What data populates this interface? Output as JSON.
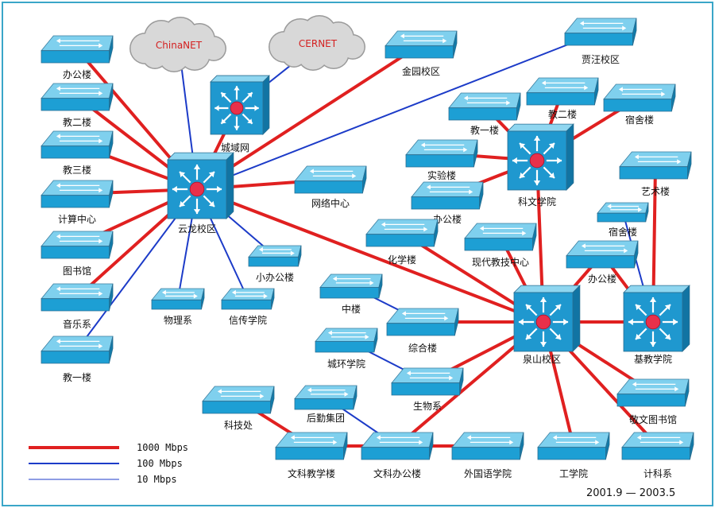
{
  "colors": {
    "link_1000": "#e02020",
    "link_100": "#1c3bc8",
    "link_10": "#1c3bc8",
    "switch_top": "#7fd0ee",
    "switch_front": "#1d9fd4",
    "switch_side": "#127aa8",
    "router_front": "#1f98cf",
    "router_top": "#8fd6f0",
    "router_side": "#1174a3",
    "hub_dot": "#e8304a",
    "frame_border": "#3aa6c8",
    "cloud_fill": "#d8d8d8",
    "cloud_stroke": "#9a9a9a"
  },
  "clouds": [
    {
      "id": "chinanet",
      "label": "ChinaNET"
    },
    {
      "id": "cernet",
      "label": "CERNET"
    }
  ],
  "routers": [
    {
      "id": "yunlong",
      "label": "云龙校区"
    },
    {
      "id": "chengyu",
      "label": "城域网"
    },
    {
      "id": "kewen",
      "label": "科文学院"
    },
    {
      "id": "quanshan",
      "label": "泉山校区"
    },
    {
      "id": "jijiao",
      "label": "基教学院"
    }
  ],
  "switches": [
    {
      "id": "bangonglou",
      "label": "办公楼"
    },
    {
      "id": "jiaoerlou",
      "label": "教二楼"
    },
    {
      "id": "jiaosanlou",
      "label": "教三楼"
    },
    {
      "id": "jisuan",
      "label": "计算中心"
    },
    {
      "id": "tushuguan",
      "label": "图书馆"
    },
    {
      "id": "yinyue",
      "label": "音乐系"
    },
    {
      "id": "jiaoyilou",
      "label": "教一楼"
    },
    {
      "id": "wuli",
      "label": "物理系"
    },
    {
      "id": "xinchuan",
      "label": "信传学院"
    },
    {
      "id": "xiaobangong",
      "label": "小办公楼"
    },
    {
      "id": "wangluo",
      "label": "网络中心"
    },
    {
      "id": "jinyuan",
      "label": "金园校区"
    },
    {
      "id": "jiawang",
      "label": "贾汪校区"
    },
    {
      "id": "kw_jiaoyi",
      "label": "教一楼"
    },
    {
      "id": "kw_jiaoer",
      "label": "教二楼"
    },
    {
      "id": "kw_sushe",
      "label": "宿舍楼"
    },
    {
      "id": "shiyan",
      "label": "实验楼"
    },
    {
      "id": "kw_bangong",
      "label": "办公楼"
    },
    {
      "id": "yishu",
      "label": "艺术楼"
    },
    {
      "id": "jj_sushe",
      "label": "宿舍楼"
    },
    {
      "id": "jj_bangong",
      "label": "办公楼"
    },
    {
      "id": "huaxue",
      "label": "化学楼"
    },
    {
      "id": "xiandai",
      "label": "现代教技中心"
    },
    {
      "id": "zhonglou",
      "label": "中楼"
    },
    {
      "id": "zonghe",
      "label": "综合楼"
    },
    {
      "id": "chenghuan",
      "label": "城环学院"
    },
    {
      "id": "shengwu",
      "label": "生物系"
    },
    {
      "id": "keji",
      "label": "科技处"
    },
    {
      "id": "houqin",
      "label": "后勤集团"
    },
    {
      "id": "wenke_jiaoxue",
      "label": "文科教学楼"
    },
    {
      "id": "wenke_bangong",
      "label": "文科办公楼"
    },
    {
      "id": "waiguoyu",
      "label": "外国语学院"
    },
    {
      "id": "gongxue",
      "label": "工学院"
    },
    {
      "id": "jingwen",
      "label": "敬文图书馆"
    },
    {
      "id": "jike",
      "label": "计科系"
    }
  ],
  "links": [
    {
      "from": "yunlong",
      "to": "bangonglou",
      "speed": "1000"
    },
    {
      "from": "yunlong",
      "to": "jiaoerlou",
      "speed": "1000"
    },
    {
      "from": "yunlong",
      "to": "jiaosanlou",
      "speed": "1000"
    },
    {
      "from": "yunlong",
      "to": "jisuan",
      "speed": "1000"
    },
    {
      "from": "yunlong",
      "to": "tushuguan",
      "speed": "1000"
    },
    {
      "from": "yunlong",
      "to": "yinyue",
      "speed": "1000"
    },
    {
      "from": "yunlong",
      "to": "jiaoyilou",
      "speed": "100"
    },
    {
      "from": "yunlong",
      "to": "wuli",
      "speed": "100"
    },
    {
      "from": "yunlong",
      "to": "xinchuan",
      "speed": "100"
    },
    {
      "from": "yunlong",
      "to": "xiaobangong",
      "speed": "100"
    },
    {
      "from": "yunlong",
      "to": "wangluo",
      "speed": "1000"
    },
    {
      "from": "yunlong",
      "to": "chengyu",
      "speed": "1000"
    },
    {
      "from": "yunlong",
      "to": "chinanet",
      "speed": "100"
    },
    {
      "from": "yunlong",
      "to": "jinyuan",
      "speed": "1000"
    },
    {
      "from": "yunlong",
      "to": "jiawang",
      "speed": "100"
    },
    {
      "from": "yunlong",
      "to": "quanshan",
      "speed": "1000"
    },
    {
      "from": "chengyu",
      "to": "cernet",
      "speed": "100"
    },
    {
      "from": "kewen",
      "to": "kw_jiaoyi",
      "speed": "1000"
    },
    {
      "from": "kewen",
      "to": "kw_jiaoer",
      "speed": "1000"
    },
    {
      "from": "kewen",
      "to": "kw_sushe",
      "speed": "1000"
    },
    {
      "from": "kewen",
      "to": "shiyan",
      "speed": "1000"
    },
    {
      "from": "kewen",
      "to": "kw_bangong",
      "speed": "1000"
    },
    {
      "from": "kewen",
      "to": "quanshan",
      "speed": "1000"
    },
    {
      "from": "jijiao",
      "to": "yishu",
      "speed": "1000"
    },
    {
      "from": "jijiao",
      "to": "jj_sushe",
      "speed": "100"
    },
    {
      "from": "jijiao",
      "to": "jj_bangong",
      "speed": "1000"
    },
    {
      "from": "jijiao",
      "to": "quanshan",
      "speed": "1000"
    },
    {
      "from": "quanshan",
      "to": "huaxue",
      "speed": "1000"
    },
    {
      "from": "quanshan",
      "to": "xiandai",
      "speed": "1000"
    },
    {
      "from": "quanshan",
      "to": "zonghe",
      "speed": "1000"
    },
    {
      "from": "quanshan",
      "to": "shengwu",
      "speed": "1000"
    },
    {
      "from": "quanshan",
      "to": "wenke_bangong",
      "speed": "1000"
    },
    {
      "from": "quanshan",
      "to": "gongxue",
      "speed": "1000"
    },
    {
      "from": "quanshan",
      "to": "jingwen",
      "speed": "1000"
    },
    {
      "from": "quanshan",
      "to": "jike",
      "speed": "1000"
    },
    {
      "from": "quanshan",
      "to": "jj_bangong",
      "speed": "1000"
    },
    {
      "from": "zhonglou",
      "to": "zonghe",
      "speed": "100"
    },
    {
      "from": "chenghuan",
      "to": "shengwu",
      "speed": "100"
    },
    {
      "from": "keji",
      "to": "wenke_jiaoxue",
      "speed": "1000"
    },
    {
      "from": "houqin",
      "to": "wenke_bangong",
      "speed": "100"
    },
    {
      "from": "wenke_jiaoxue",
      "to": "wenke_bangong",
      "speed": "1000"
    },
    {
      "from": "wenke_bangong",
      "to": "waiguoyu",
      "speed": "1000"
    }
  ],
  "legend": [
    {
      "speed": "1000",
      "label": "1000 Mbps"
    },
    {
      "speed": "100",
      "label": "100  Mbps"
    },
    {
      "speed": "10",
      "label": "10  Mbps"
    }
  ],
  "date_range": "2001.9 — 2003.5"
}
